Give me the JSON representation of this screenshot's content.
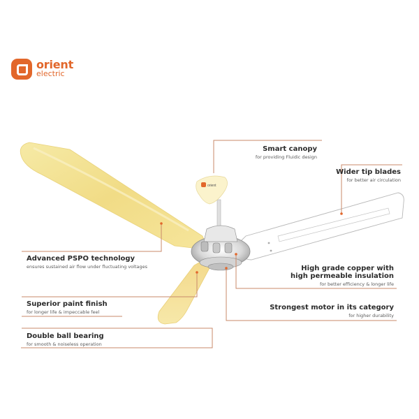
{
  "brand": {
    "name": "orient",
    "sub": "electric",
    "color": "#e2672b"
  },
  "fan_canopy_logo": "orient",
  "callouts": {
    "smart_canopy": {
      "title": "Smart canopy",
      "sub": "for providing Fluidic design"
    },
    "wider_tip_blades": {
      "title": "Wider tip blades",
      "sub": "for better air circulation"
    },
    "pspo": {
      "title": "Advanced PSPO technology",
      "sub": "ensures sustained air flow under fluctuating voltages"
    },
    "copper": {
      "title_line1": "High grade copper with",
      "title_line2": "high permeable insulation",
      "sub": "for better efficiency & longer life"
    },
    "paint": {
      "title": "Superior paint finish",
      "sub": "for longer life & impeccable feel"
    },
    "motor": {
      "title": "Strongest motor in its category",
      "sub": "for higher durability"
    },
    "bearing": {
      "title": "Double ball bearing",
      "sub": "for smooth & noiseless operation"
    }
  },
  "colors": {
    "accent_line": "#c98a6a",
    "blade_yellow": "#f3e49a",
    "blade_white": "#ffffff",
    "outline": "#bcbcbc"
  }
}
